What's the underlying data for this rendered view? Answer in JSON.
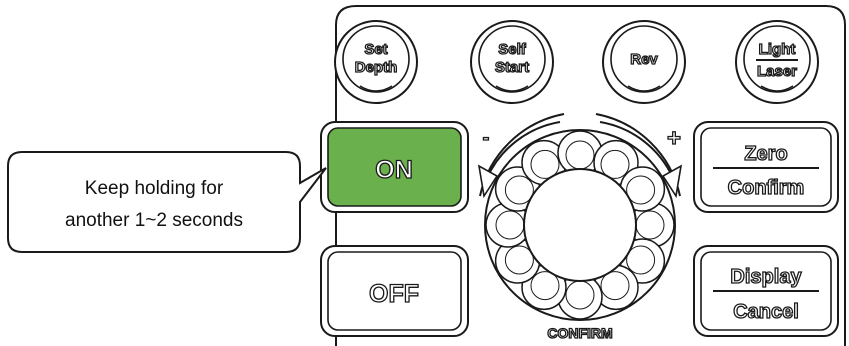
{
  "panel": {
    "top_buttons": [
      {
        "lines": [
          "Set",
          "Depth"
        ]
      },
      {
        "lines": [
          "Self",
          "Start"
        ]
      },
      {
        "lines": [
          "Rev"
        ]
      },
      {
        "lines": [
          "Light",
          "Laser"
        ]
      }
    ],
    "on_label": "ON",
    "off_label": "OFF",
    "zero_confirm": {
      "top": "Zero",
      "bottom": "Confirm"
    },
    "display_cancel": {
      "top": "Display",
      "bottom": "Cancel"
    },
    "knob_minus": "-",
    "knob_plus": "+",
    "knob_label": "CONFIRM",
    "colors": {
      "on_active": "#6ab04c",
      "outline": "#1a1a1a"
    }
  },
  "callout": {
    "line1": "Keep holding for",
    "line2": "another 1~2 seconds"
  }
}
